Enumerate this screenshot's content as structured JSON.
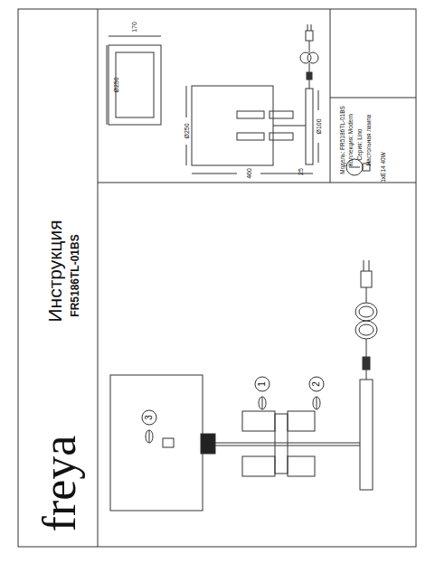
{
  "diagram": {
    "title": "Инструкция",
    "labels": [
      "freya",
      "FR5186TL-01BS",
      "1",
      "2",
      "3",
      "170",
      "Ø250",
      "Ø250",
      "460",
      "Ø100",
      "25",
      "Модель: FR5186TL-01BS",
      "Коллекция: Modern",
      "Серия: Lino",
      "Настольная лампа",
      "1хE14 40W"
    ]
  }
}
